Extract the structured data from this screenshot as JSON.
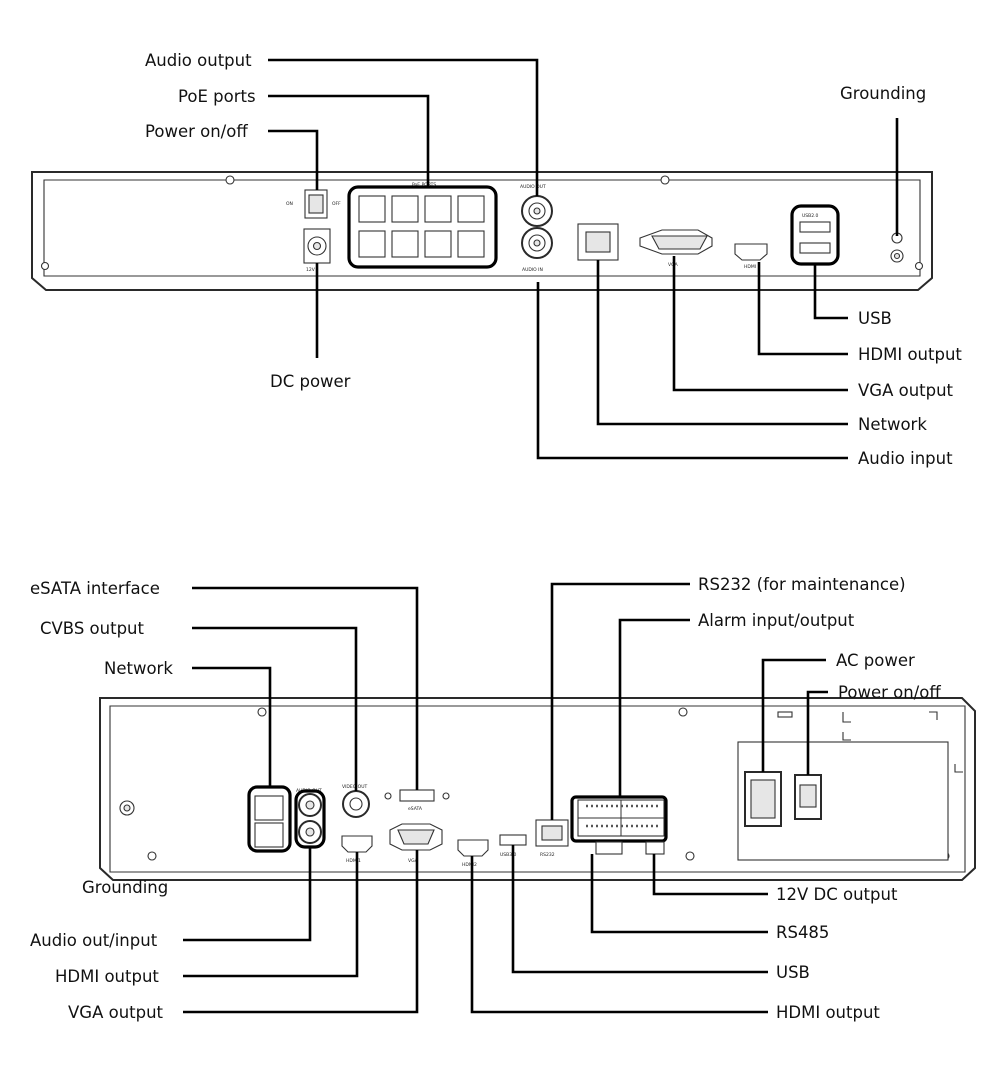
{
  "diagram_top": {
    "labels": {
      "audio_output": "Audio output",
      "poe_ports": "PoE ports",
      "power_on_off": "Power on/off",
      "grounding": "Grounding",
      "dc_power": "DC power",
      "usb": "USB",
      "hdmi_output": "HDMI output",
      "vga_output": "VGA output",
      "network": "Network",
      "audio_input": "Audio input"
    },
    "panel_marks": {
      "on": "ON",
      "off": "OFF",
      "poe": "PoE PORTS",
      "audio_out": "AUDIO OUT",
      "audio_in": "AUDIO IN",
      "vga": "VGA",
      "hdmi": "HDMI",
      "usb": "USB2.0",
      "dc": "12V"
    }
  },
  "diagram_bottom": {
    "labels": {
      "esata_interface": "eSATA interface",
      "cvbs_output": "CVBS output",
      "network": "Network",
      "grounding": "Grounding",
      "audio_out_input": "Audio out/input",
      "hdmi_output_left": "HDMI output",
      "vga_output": "VGA output",
      "rs232": "RS232 (for maintenance)",
      "alarm_io": "Alarm input/output",
      "ac_power": "AC power",
      "power_on_off": "Power on/off",
      "dc_12v_output": "12V DC output",
      "rs485": "RS485",
      "usb": "USB",
      "hdmi_output_right": "HDMI output"
    },
    "panel_marks": {
      "esata": "eSATA",
      "video_out": "VIDEO OUT",
      "audio_out": "AUDIO OUT",
      "hdmi1": "HDMI1",
      "vga": "VGA",
      "hdmi2": "HDMI2",
      "usb": "USB3.0",
      "rs232": "RS232"
    }
  }
}
